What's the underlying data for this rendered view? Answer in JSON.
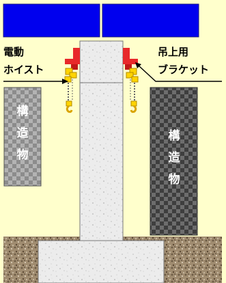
{
  "labels": {
    "left_top": "電動",
    "left_bottom": "ホイスト",
    "right_top": "吊上用",
    "right_bottom": "ブラケット"
  },
  "structure_left": [
    "構",
    "造",
    "物"
  ],
  "structure_right": [
    "構",
    "造",
    "物"
  ],
  "colors": {
    "background": "#ffffcc",
    "top_blue": "#0000ee",
    "bracket_red": "#e8282a",
    "hoist_yellow": "#ffd400"
  }
}
